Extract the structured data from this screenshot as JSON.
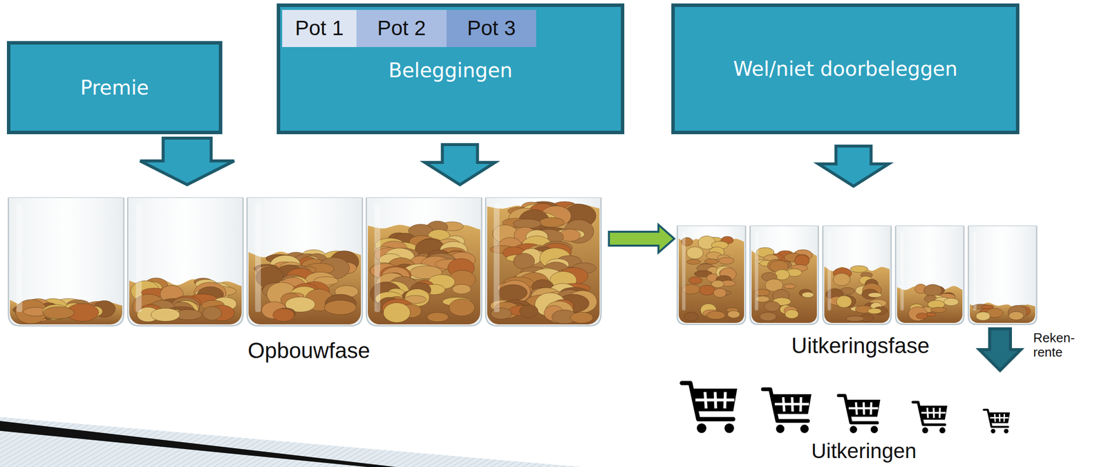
{
  "diagram": {
    "nodes": [
      {
        "text": [
          "Premie"
        ]
      },
      {
        "text": [
          "Beleggingen"
        ]
      },
      {
        "text": [
          "Pot 1"
        ],
        "in": 1
      },
      {
        "text": [
          "Pot 2"
        ],
        "in": 1
      },
      {
        "text": [
          "Pot 3"
        ],
        "in": 1
      },
      {
        "text": [
          "Wel/niet doorbeleggen"
        ]
      }
    ],
    "labels": [
      "Opbouwfase",
      "Uitkeringsfase",
      "Reken- rente",
      "Uitkeringen"
    ]
  }
}
